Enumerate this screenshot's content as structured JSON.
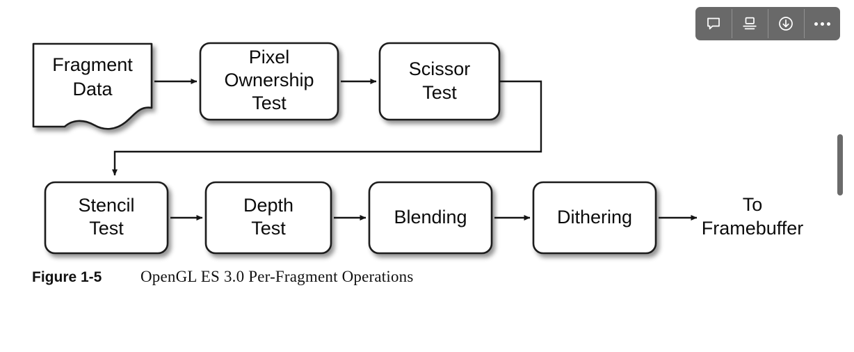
{
  "toolbar": {
    "buttons": [
      {
        "name": "comment-icon",
        "label": "Comment"
      },
      {
        "name": "fit-page-icon",
        "label": "Fit to width"
      },
      {
        "name": "download-icon",
        "label": "Download"
      },
      {
        "name": "more-options-icon",
        "label": "More options"
      }
    ],
    "background_color": "#696969"
  },
  "scrollbar": {
    "name": "vertical-scrollbar-thumb",
    "color": "#6b6b6b"
  },
  "figure": {
    "caption_number": "Figure 1-5",
    "caption_title": "OpenGL ES 3.0 Per-Fragment Operations"
  },
  "diagram": {
    "type": "flowchart",
    "nodes": [
      {
        "id": "fragment-data",
        "label": "Fragment\nData",
        "shape": "document",
        "row": 1
      },
      {
        "id": "pixel-ownership-test",
        "label": "Pixel\nOwnership\nTest",
        "shape": "rounded-rect",
        "row": 1
      },
      {
        "id": "scissor-test",
        "label": "Scissor\nTest",
        "shape": "rounded-rect",
        "row": 1
      },
      {
        "id": "stencil-test",
        "label": "Stencil\nTest",
        "shape": "rounded-rect",
        "row": 2
      },
      {
        "id": "depth-test",
        "label": "Depth\nTest",
        "shape": "rounded-rect",
        "row": 2
      },
      {
        "id": "blending",
        "label": "Blending",
        "shape": "rounded-rect",
        "row": 2
      },
      {
        "id": "dithering",
        "label": "Dithering",
        "shape": "rounded-rect",
        "row": 2
      },
      {
        "id": "to-framebuffer",
        "label": "To\nFramebuffer",
        "shape": "text",
        "row": 2
      }
    ],
    "edges": [
      {
        "from": "fragment-data",
        "to": "pixel-ownership-test"
      },
      {
        "from": "pixel-ownership-test",
        "to": "scissor-test"
      },
      {
        "from": "scissor-test",
        "to": "stencil-test",
        "routing": "right-down-left-down"
      },
      {
        "from": "stencil-test",
        "to": "depth-test"
      },
      {
        "from": "depth-test",
        "to": "blending"
      },
      {
        "from": "blending",
        "to": "dithering"
      },
      {
        "from": "dithering",
        "to": "to-framebuffer"
      }
    ],
    "labels": {
      "fragment_data_line1": "Fragment",
      "fragment_data_line2": "Data",
      "pixel_ownership_line1": "Pixel",
      "pixel_ownership_line2": "Ownership",
      "pixel_ownership_line3": "Test",
      "scissor_line1": "Scissor",
      "scissor_line2": "Test",
      "stencil_line1": "Stencil",
      "stencil_line2": "Test",
      "depth_line1": "Depth",
      "depth_line2": "Test",
      "blending_line1": "Blending",
      "dithering_line1": "Dithering",
      "framebuffer_line1": "To",
      "framebuffer_line2": "Framebuffer"
    },
    "stroke_color": "#1a1a1a",
    "fill_color": "#ffffff"
  }
}
